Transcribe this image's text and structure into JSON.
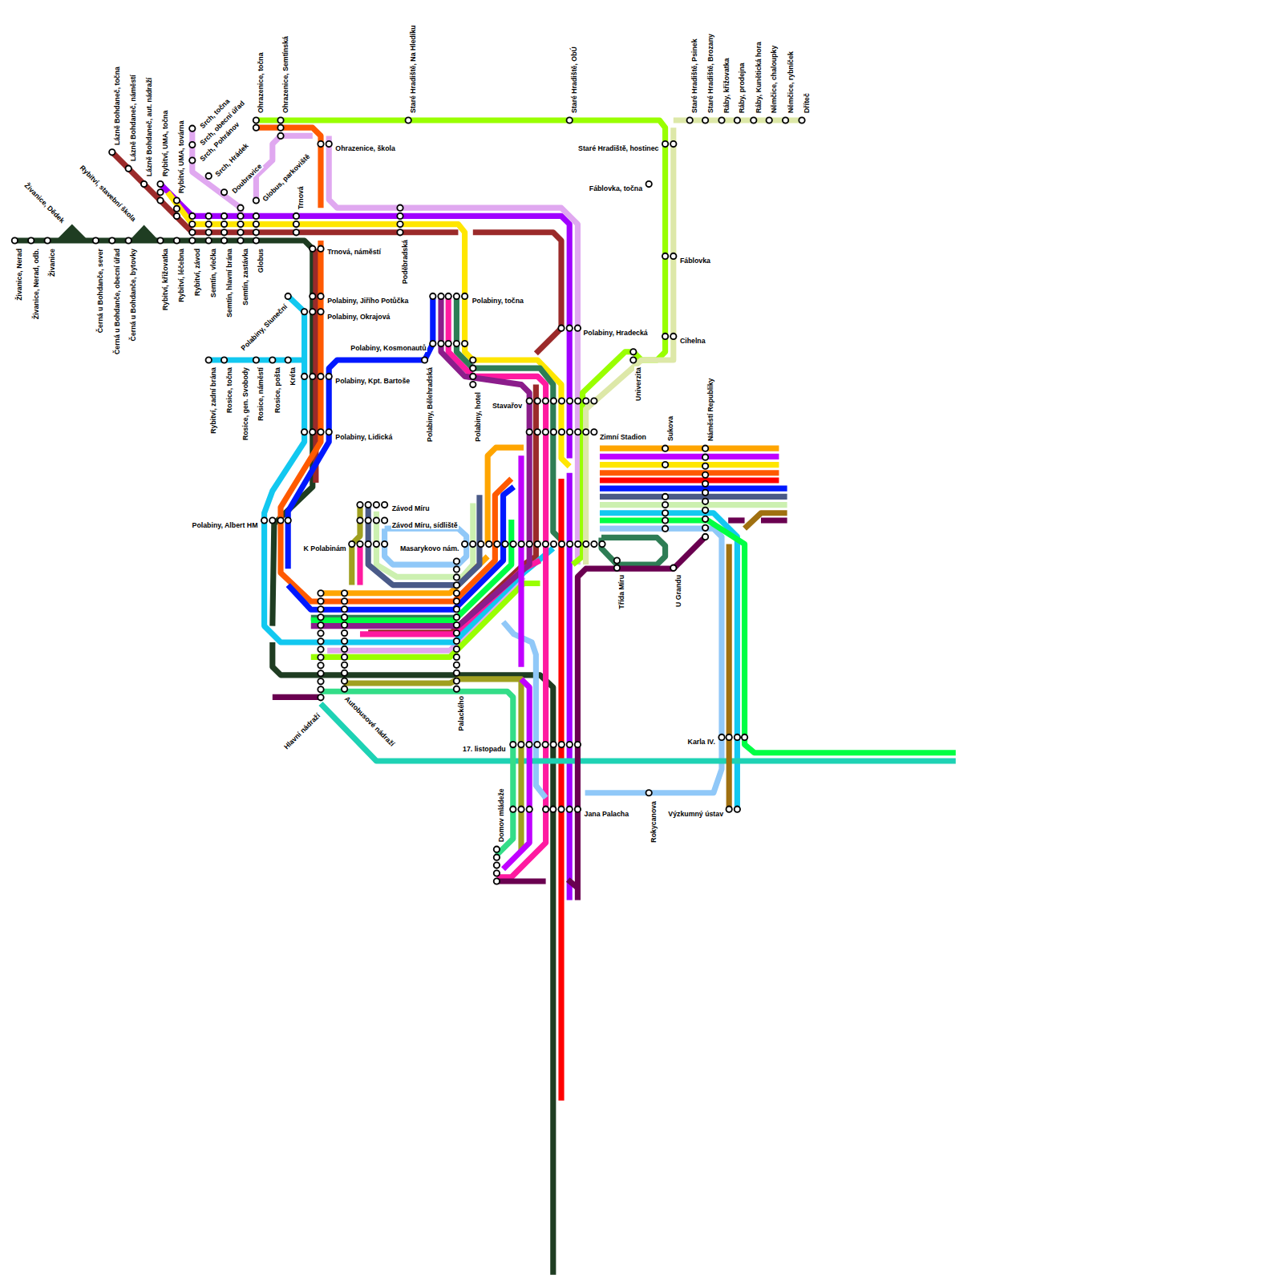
{
  "diagram": {
    "labels": [
      "Živanice, Nerad",
      "Živanice, Nerad, odb.",
      "Živanice",
      "Živanice, Dědek",
      "Černá u Bohdanče, sever",
      "Černá u Bohdanče, obecní úřad",
      "Černá u Bohdanče, bytovky",
      "Rybitví, stavební škola",
      "Rybitví, křižovatka",
      "Rybitví, léčebna",
      "Rybitví, závod",
      "Semtín, vlečka",
      "Semtín, hlavní brána",
      "Semtín, zastávka",
      "Globus",
      "Lázně Bohdaneč, točna",
      "Lázně Bohdaneč, náměstí",
      "Lázně Bohdaneč, aut. nádraží",
      "Rybitví, UMA, točna",
      "Rybitví, UMA, továrna",
      "Srch, točna",
      "Srch, obecní úřad",
      "Srch, Pohránov",
      "Srch, Hrádek",
      "Doubravice",
      "Globus, parkoviště",
      "Ohrazenice, točna",
      "Ohrazenice, Semtínská",
      "Ohrazenice, škola",
      "Trnová",
      "Trnová, náměstí",
      "Poděbradská",
      "Staré Hradiště, Na Hledíku",
      "Staré Hradiště, ObÚ",
      "Staré Hradiště, Psinek",
      "Staré Hradiště, Brozany",
      "Ráby, křižovatka",
      "Ráby, prodejna",
      "Ráby, Kunětická hora",
      "Němčice, chaloupky",
      "Němčice, rybníček",
      "Dříteč",
      "Staré Hradiště, hostinec",
      "Fáblovka, točna",
      "Fáblovka",
      "Cihelna",
      "Polabiny, Hradecká",
      "Univerzita",
      "Polabiny, Jiřího Potůčka",
      "Polabiny, Okrajová",
      "Polabiny, Sluneční",
      "Polabiny, točna",
      "Polabiny, Kosmonautů",
      "Polabiny, Kpt. Bartoše",
      "Polabiny, Bělehradská",
      "Polabiny, hotel",
      "Rybitví, zadní brána",
      "Rosice, točna",
      "Rosice, gen. Svobody",
      "Rosice, náměstí",
      "Rosice, pošta",
      "Kréta",
      "Polabiny, Lidická",
      "Stavařov",
      "Zimní Stadion",
      "Sukova",
      "Náměstí Republiky",
      "Polabiny, Albert HM",
      "Závod Míru",
      "Závod Míru, sídliště",
      "K Polabinám",
      "Masarykovo nám.",
      "Třída Míru",
      "U Grandu",
      "Hlavní nádraží",
      "Autobusové nádraží",
      "Palackého",
      "17. listopadu",
      "Karla IV.",
      "Jana Palacha",
      "Rokycanova",
      "Výzkumný ústav",
      "Domov mládeže"
    ]
  }
}
